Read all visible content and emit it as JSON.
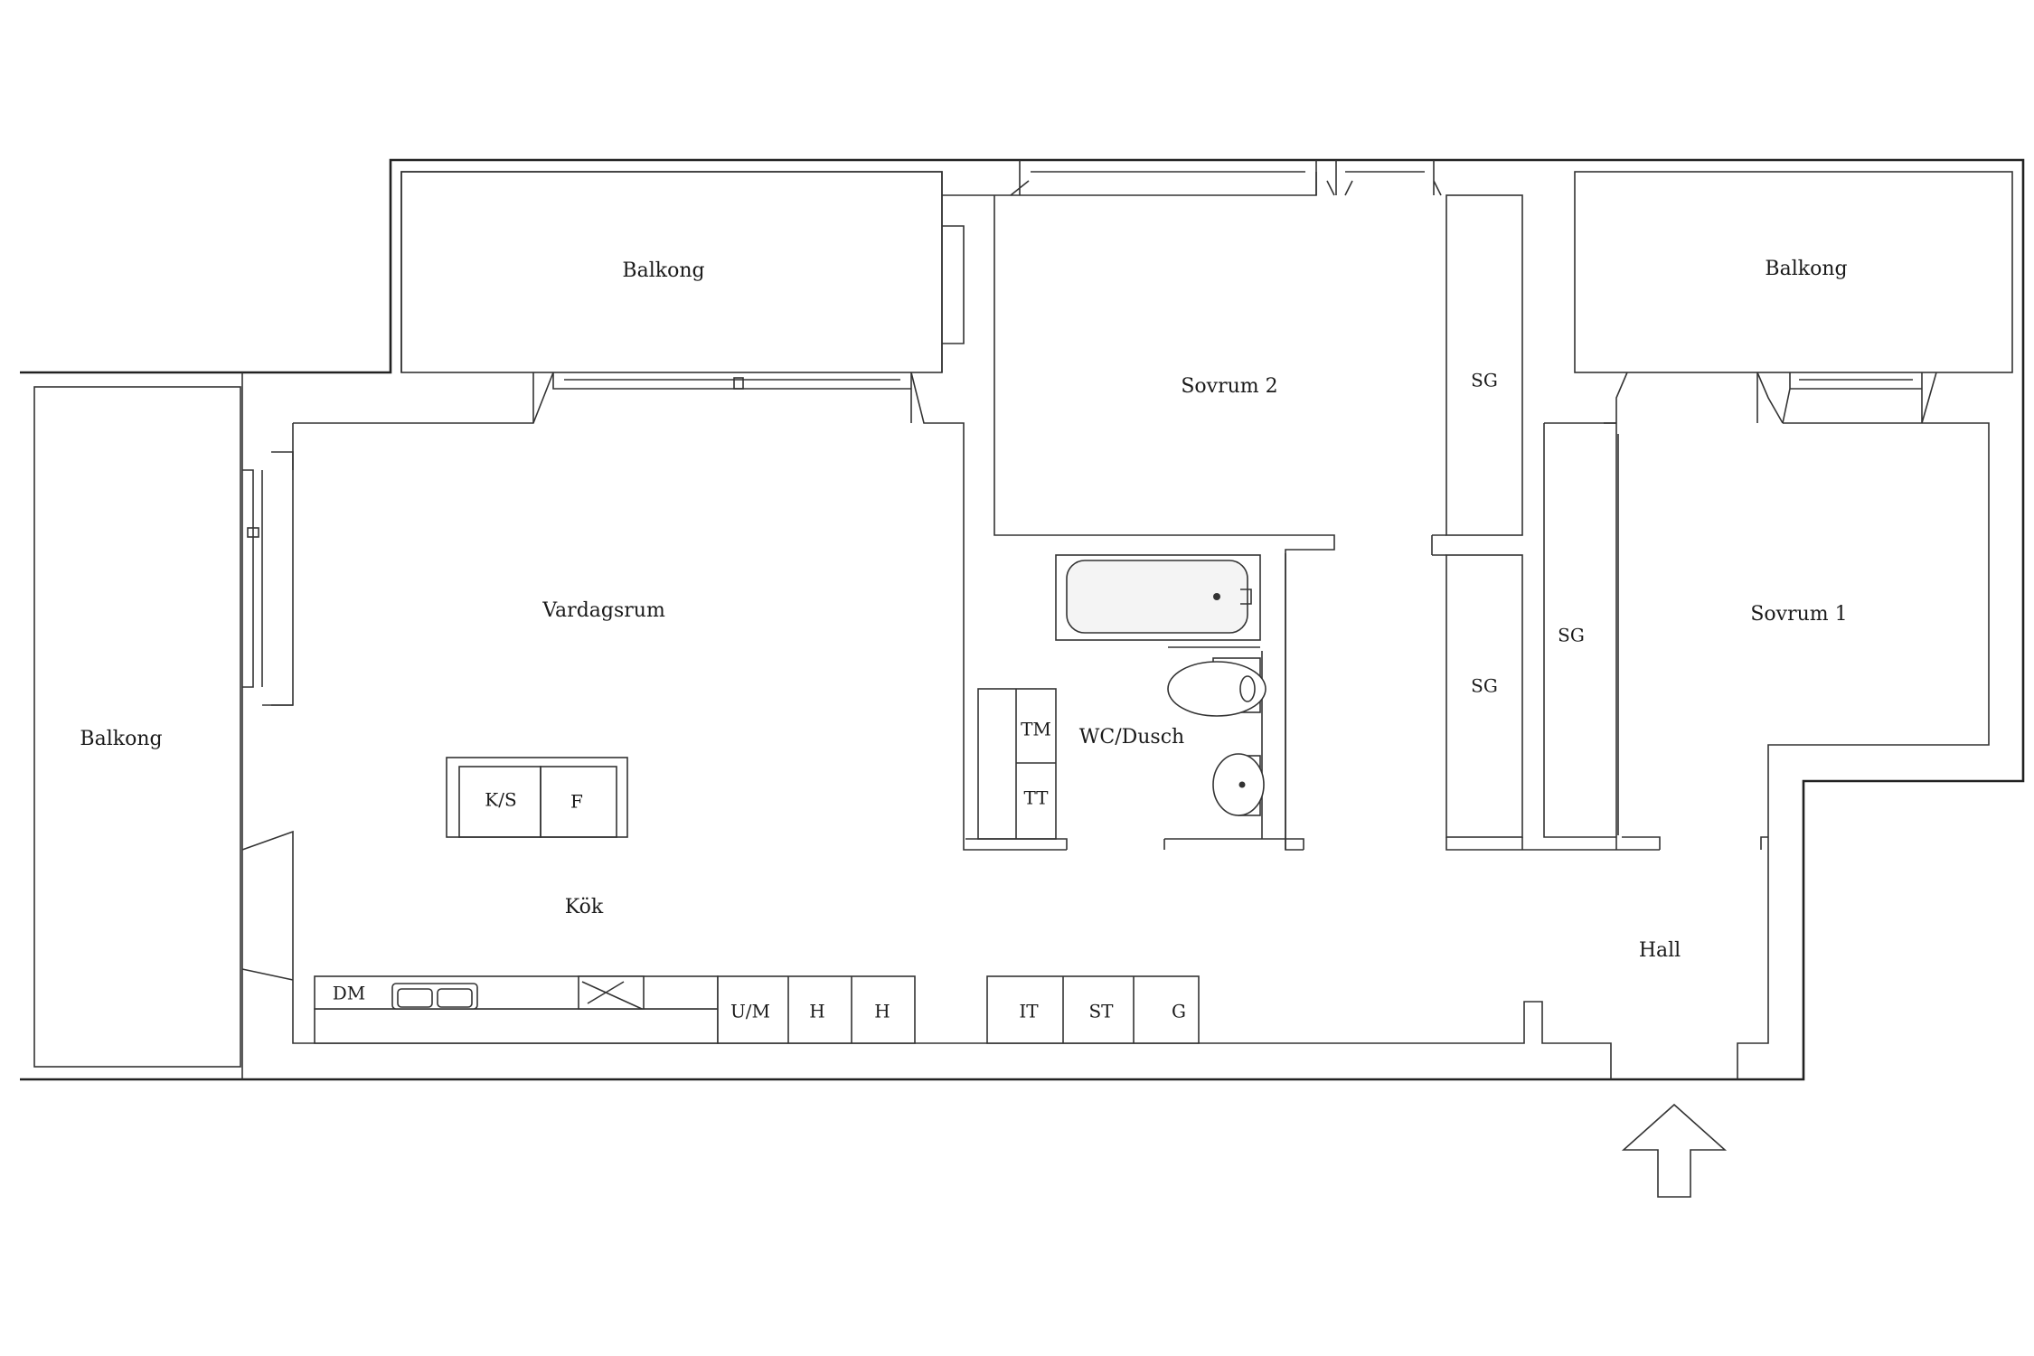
{
  "rooms": {
    "balcony_top_left": "Balkong",
    "balcony_top_right": "Balkong",
    "balcony_left": "Balkong",
    "bedroom_2": "Sovrum 2",
    "bedroom_1": "Sovrum 1",
    "living_room": "Vardagsrum",
    "kitchen": "Kök",
    "bathroom": "WC/Dusch",
    "hall": "Hall"
  },
  "fixtures": {
    "sg_1": "SG",
    "sg_2": "SG",
    "sg_3": "SG",
    "tm": "TM",
    "tt": "TT",
    "ks": "K/S",
    "f": "F",
    "dm": "DM",
    "um": "U/M",
    "h_1": "H",
    "h_2": "H",
    "it": "IT",
    "st": "ST",
    "g": "G"
  },
  "colors": {
    "line": "#222222",
    "background": "#ffffff"
  }
}
